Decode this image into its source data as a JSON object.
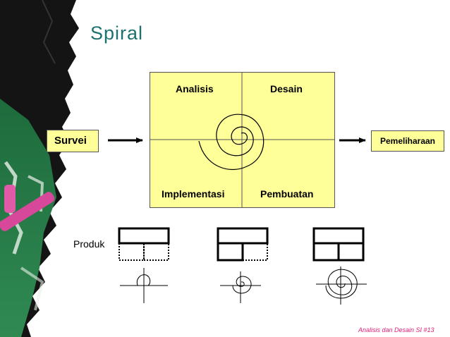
{
  "slide": {
    "title": "Spiral",
    "footer": "Analisis dan Desain SI #13"
  },
  "diagram": {
    "input_label": "Survei",
    "output_label": "Pemeliharaan",
    "quadrants": {
      "top_left": "Analisis",
      "top_right": "Desain",
      "bottom_left": "Implementasi",
      "bottom_right": "Pembuatan"
    },
    "product_label": "Produk",
    "colors": {
      "box_fill": "#ffff99",
      "title": "#1d7270",
      "footer": "#e0207a"
    }
  }
}
